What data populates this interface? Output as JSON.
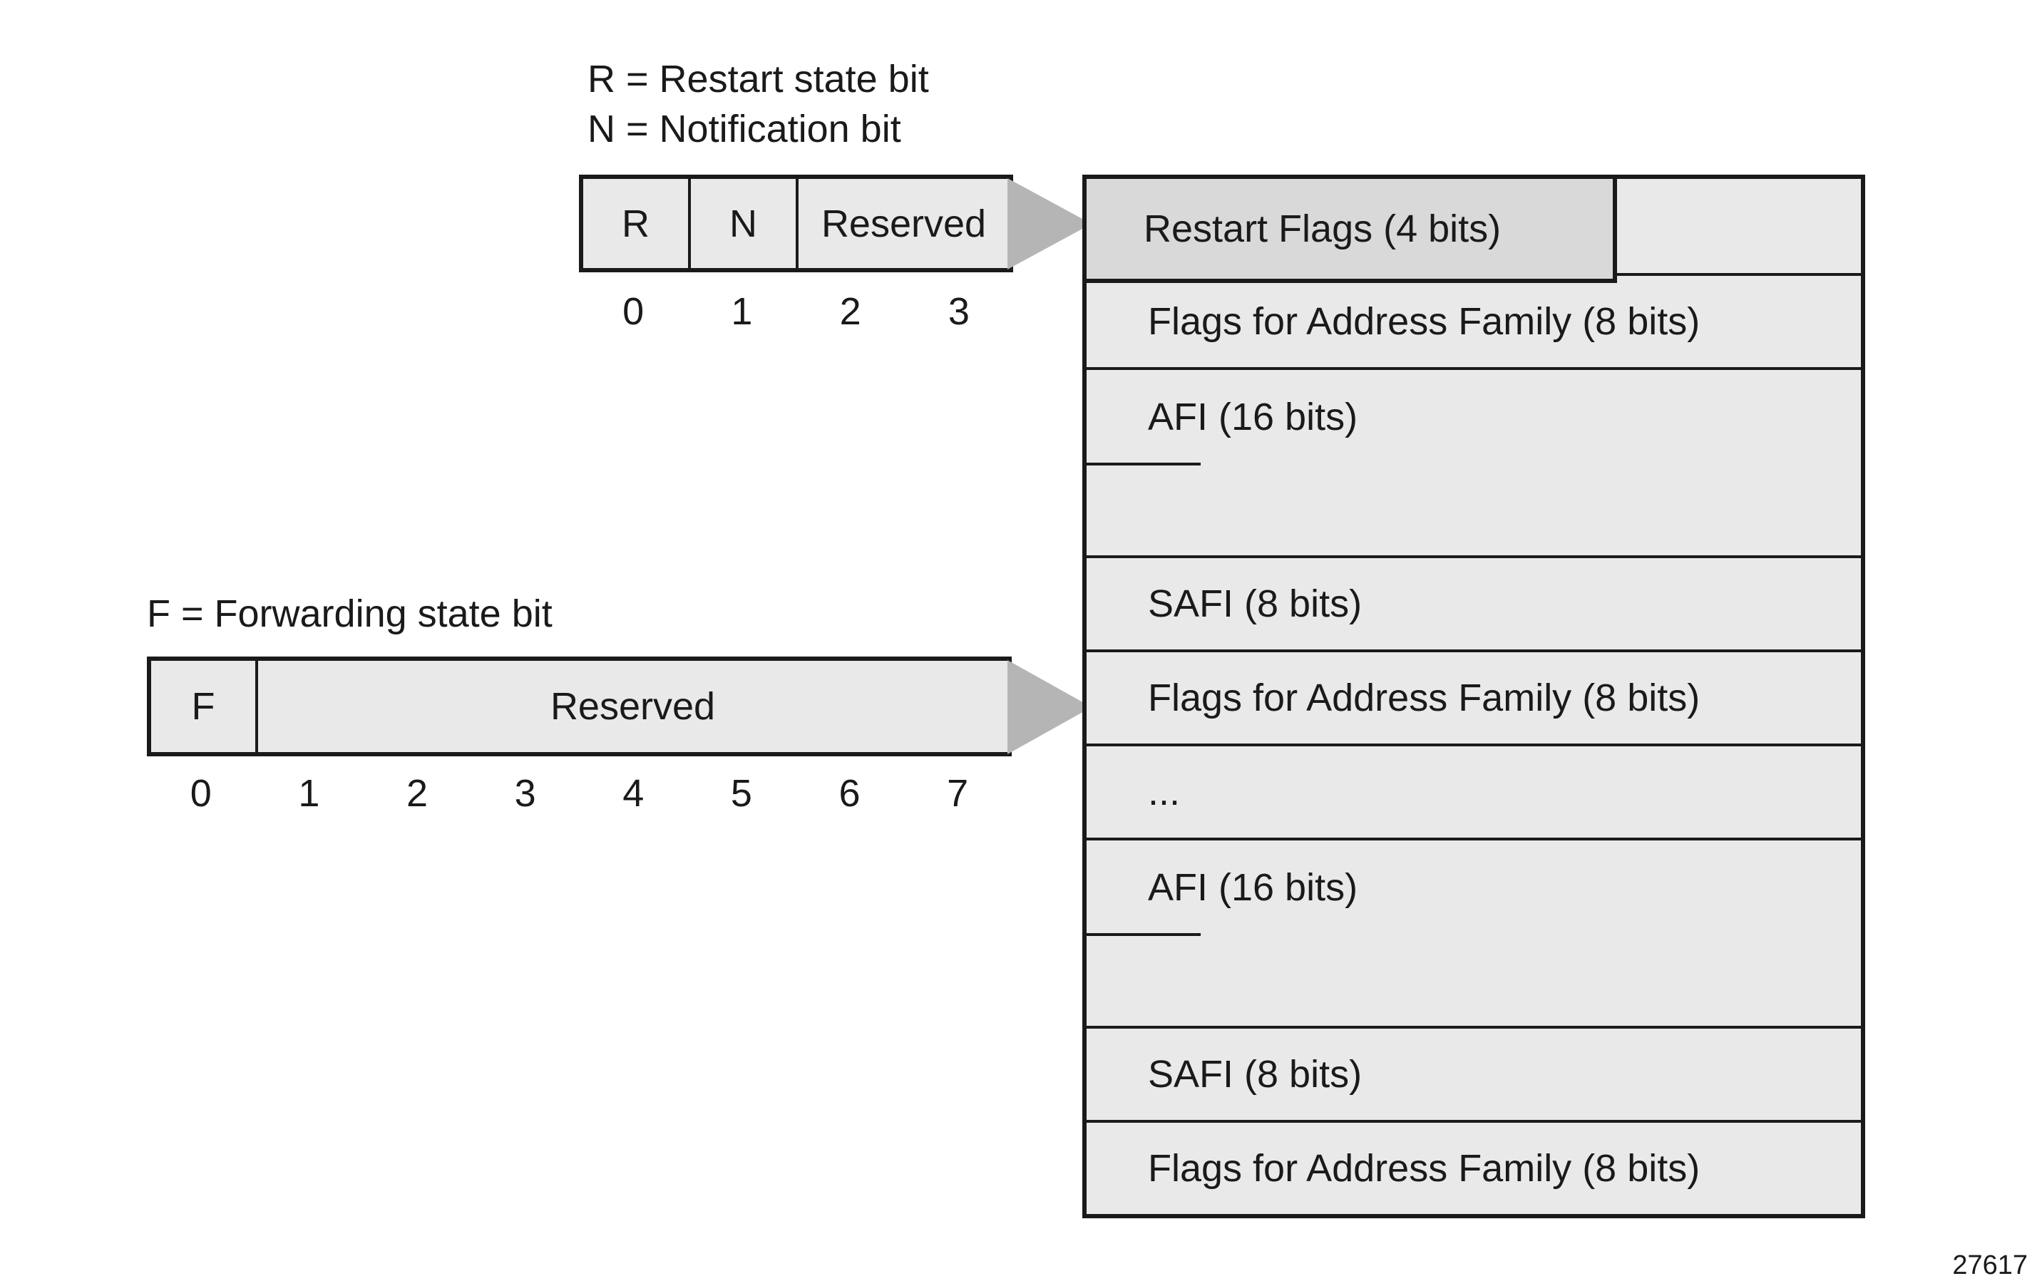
{
  "legends": {
    "restart": "R = Restart state bit",
    "notification": "N = Notification bit",
    "forwarding": "F = Forwarding state bit"
  },
  "rn_table": {
    "cells": [
      {
        "label": "R"
      },
      {
        "label": "N"
      },
      {
        "label": "Reserved"
      }
    ],
    "bit_numbers": [
      "0",
      "1",
      "2",
      "3"
    ]
  },
  "f_table": {
    "cells": [
      {
        "label": "F"
      },
      {
        "label": "Reserved"
      }
    ],
    "bit_numbers": [
      "0",
      "1",
      "2",
      "3",
      "4",
      "5",
      "6",
      "7"
    ]
  },
  "main_table": {
    "rows": [
      {
        "label": "Restart Flags (4 bits)"
      },
      {
        "label": "Flags for Address Family (8 bits)"
      },
      {
        "label": "AFI (16 bits)"
      },
      {
        "label": "SAFI (8 bits)"
      },
      {
        "label": "Flags for Address Family (8 bits)"
      },
      {
        "label": "..."
      },
      {
        "label": "AFI (16 bits)"
      },
      {
        "label": "SAFI (8 bits)"
      },
      {
        "label": "Flags for Address Family (8 bits)"
      }
    ]
  },
  "figure_number": "27617",
  "colors": {
    "table_fill": "#e9e9e9",
    "header_cell_fill": "#d9d9d9",
    "border": "#1a1a1a",
    "arrow": "#b5b5b5",
    "text": "#1a1a1a"
  }
}
